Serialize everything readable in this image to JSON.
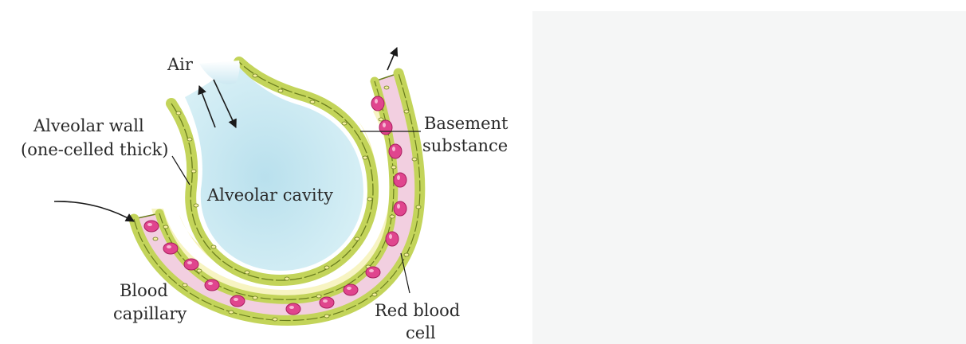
{
  "diagram": {
    "labels": {
      "air": "Air",
      "alveolar_wall_line1": "Alveolar wall",
      "alveolar_wall_line2": "(one-celled thick)",
      "alveolar_cavity": "Alveolar cavity",
      "basement_line1": "Basement",
      "basement_line2": "substance",
      "blood_line1": "Blood",
      "blood_line2": "capillary",
      "rbc_line1": "Red blood",
      "rbc_line2": "cell"
    },
    "colors": {
      "cavity": "#c6e6f0",
      "wall_cell": "#c3d45a",
      "wall_outline": "#6a7d1e",
      "basement": "#f4f0a8",
      "capillary": "#f2cfe0",
      "rbc": "#e0458e",
      "text": "#2a2a2a"
    }
  }
}
